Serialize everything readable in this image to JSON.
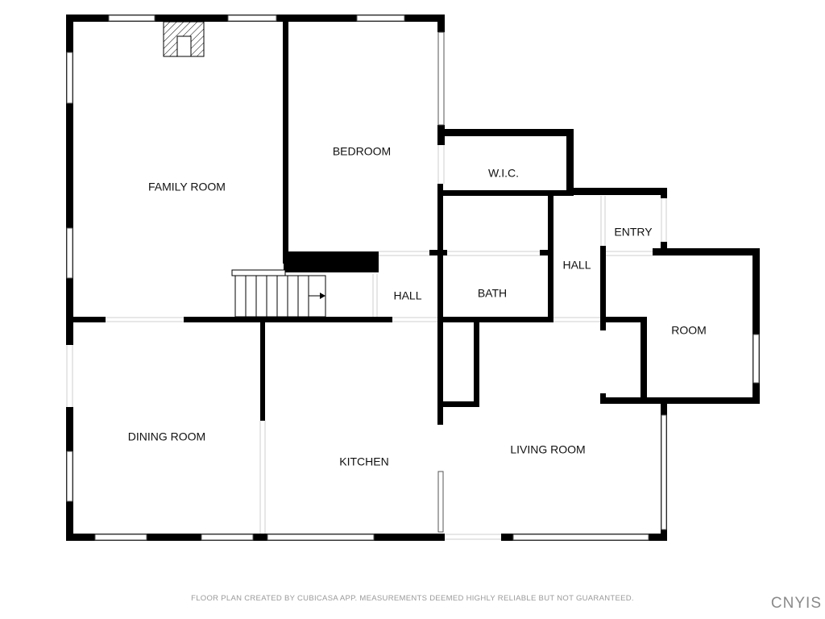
{
  "rooms": {
    "family_room": "FAMILY ROOM",
    "bedroom": "BEDROOM",
    "wic": "W.I.C.",
    "entry": "ENTRY",
    "hall_east": "HALL",
    "hall_center": "HALL",
    "bath": "BATH",
    "room": "ROOM",
    "dining_room": "DINING ROOM",
    "kitchen": "KITCHEN",
    "living_room": "LIVING ROOM"
  },
  "footer": {
    "disclaimer": "FLOOR PLAN CREATED BY CUBICASA APP. MEASUREMENTS DEEMED HIGHLY RELIABLE BUT NOT GUARANTEED.",
    "watermark": "CNYIS"
  },
  "colors": {
    "wall": "#000000",
    "background": "#ffffff"
  }
}
